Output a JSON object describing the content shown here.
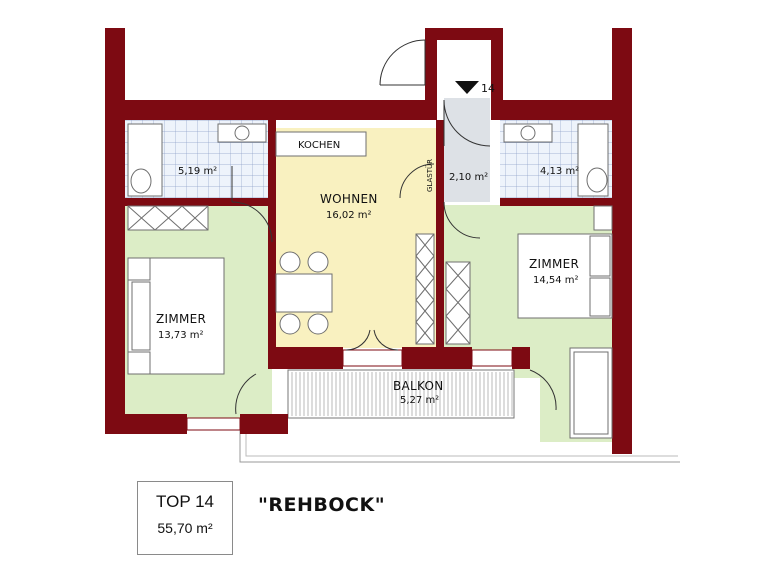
{
  "unit": {
    "name": "TOP 14",
    "total_area": "55,70 m²",
    "project_name": "\"REHBOCK\"",
    "entrance_label": "14"
  },
  "rooms": {
    "bath_left": {
      "area": "5,19 m²"
    },
    "kitchen": {
      "label": "KOCHEN"
    },
    "living": {
      "name": "WOHNEN",
      "area": "16,02 m²"
    },
    "glass_door": {
      "label": "GLASTÜR"
    },
    "hall": {
      "area": "2,10 m²"
    },
    "bath_right": {
      "area": "4,13 m²"
    },
    "bedroom_left": {
      "name": "ZIMMER",
      "area": "13,73 m²"
    },
    "bedroom_right": {
      "name": "ZIMMER",
      "area": "14,54 m²"
    },
    "balcony": {
      "name": "BALKON",
      "area": "5,27 m²"
    }
  },
  "colors": {
    "wall": "#7d0a12",
    "bedroom": "#dcedc6",
    "living": "#f9f1c0",
    "bath": "#eef3fb",
    "hall": "#dde1e6"
  }
}
